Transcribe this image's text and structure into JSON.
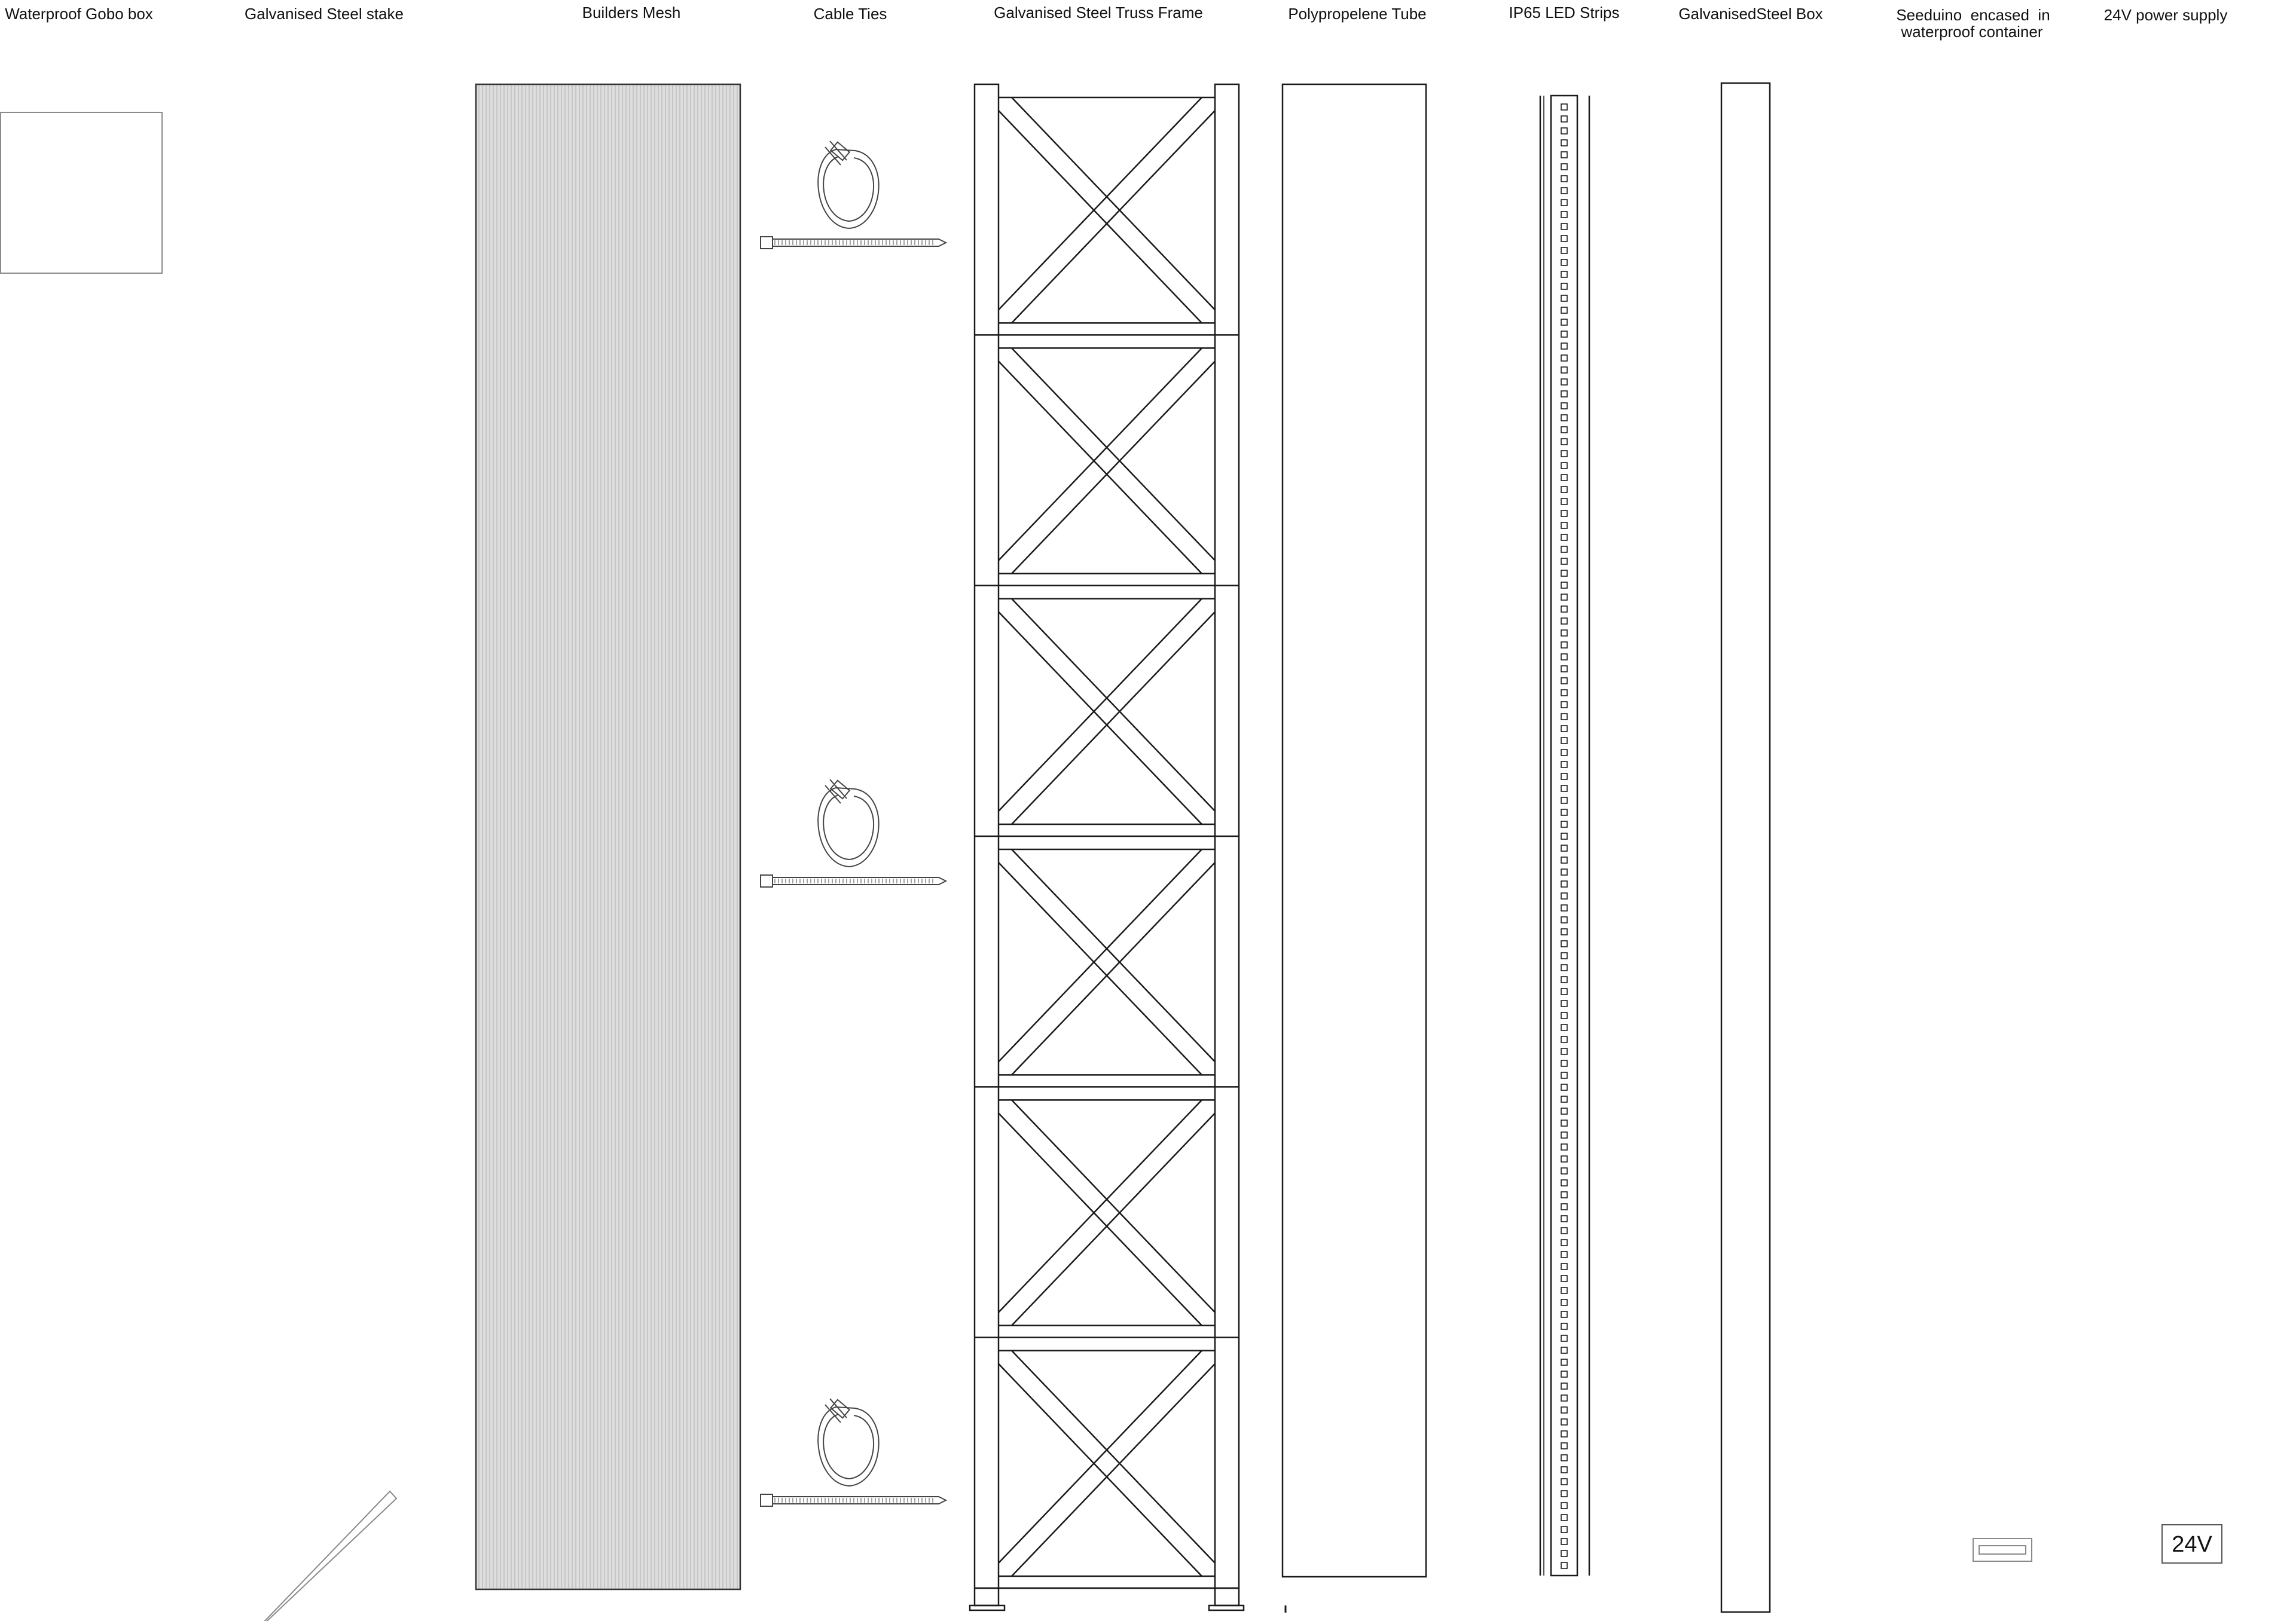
{
  "components": [
    {
      "key": "gobo_box",
      "label": "Waterproof Gobo box"
    },
    {
      "key": "steel_stake",
      "label": "Galvanised Steel stake"
    },
    {
      "key": "builders_mesh",
      "label": "Builders Mesh"
    },
    {
      "key": "cable_ties",
      "label": "Cable Ties"
    },
    {
      "key": "truss_frame",
      "label": "Galvanised Steel Truss Frame"
    },
    {
      "key": "pp_tube",
      "label": "Polypropelene Tube"
    },
    {
      "key": "led_strips",
      "label": "IP65 LED Strips"
    },
    {
      "key": "steel_box",
      "label": "GalvanisedSteel Box"
    },
    {
      "key": "seeeduino",
      "label_line1": "Seeduino  encased  in",
      "label_line2": "waterproof container"
    },
    {
      "key": "power_supply",
      "label": "24V power supply"
    }
  ],
  "power_supply_marking": "24V",
  "colors": {
    "line": "#1a1a1a",
    "mesh_fill": "#dedede",
    "mesh_hatch": "#b9b9b9",
    "light_line": "#8a8a8a"
  }
}
